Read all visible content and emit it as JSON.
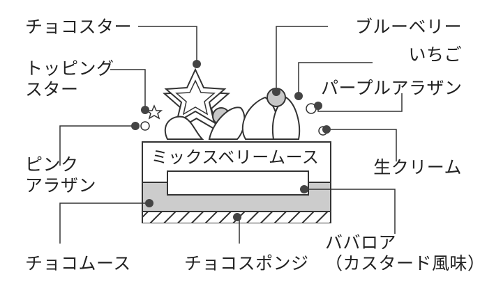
{
  "labels": {
    "choco_star": "チョコスター",
    "topping_star": [
      "トッピング",
      "スター"
    ],
    "pink_argent": [
      "ピンク",
      "アラザン"
    ],
    "choco_mousse": "チョコムース",
    "choco_sponge": "チョコスポンジ",
    "blueberry": "ブルーベリー",
    "strawberry": "いちご",
    "purple_argent": "パープルアラザン",
    "fresh_cream": "生クリーム",
    "bavarois": [
      "ババロア",
      "（カスタード風味）"
    ]
  },
  "cake_title": "ミックスベリームース",
  "colors": {
    "line": "#333333",
    "dot": "#444444",
    "layer_gray": "#cccccc",
    "berry_gray": "#c8c8c8"
  }
}
